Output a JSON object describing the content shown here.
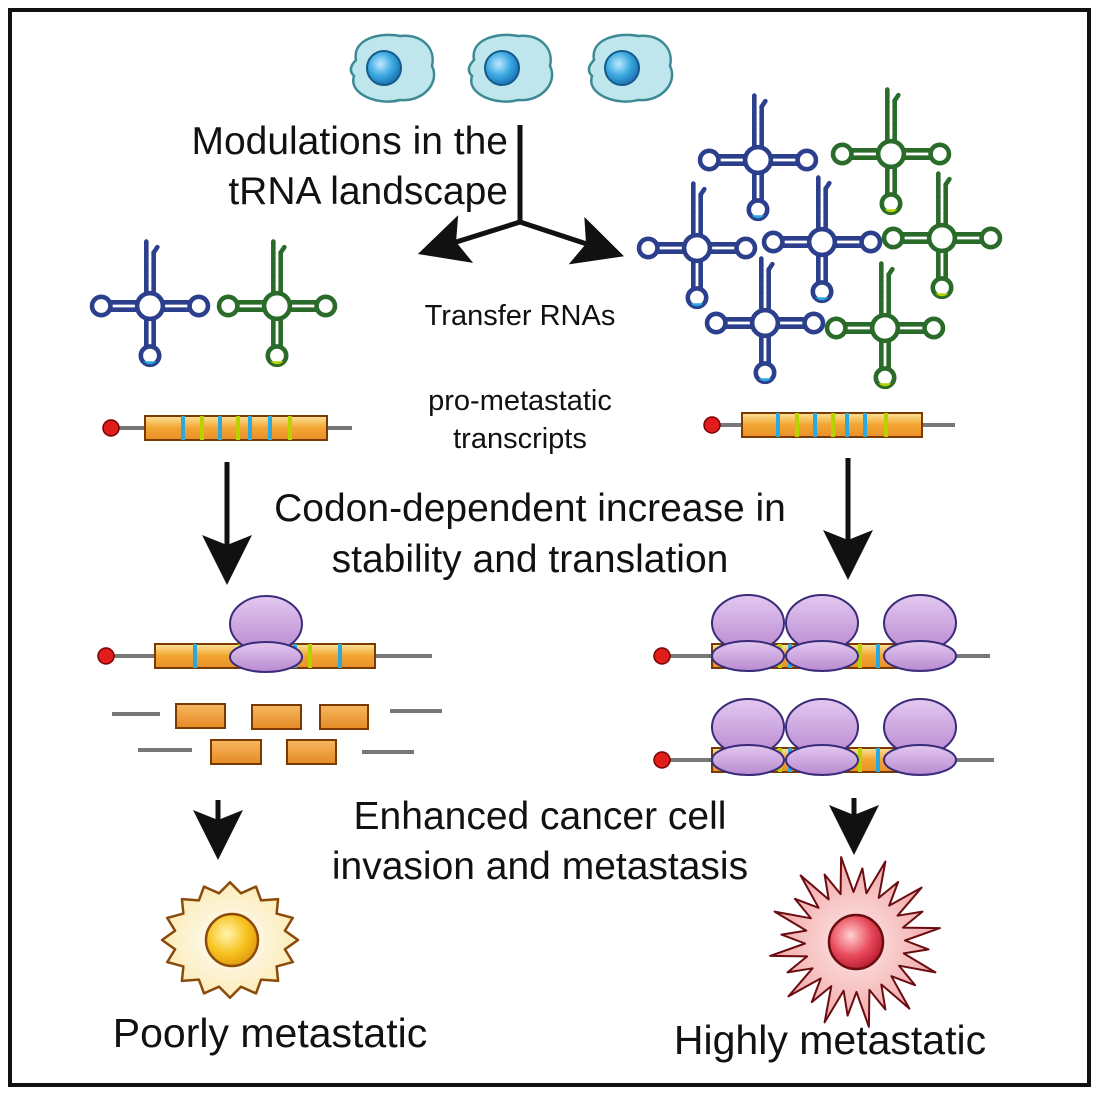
{
  "labels": {
    "modulations_line1": "Modulations in the",
    "modulations_line2": "tRNA landscape",
    "transfer_rnas": "Transfer RNAs",
    "prometastatic_line1": "pro-metastatic",
    "prometastatic_line2": "transcripts",
    "codon_line1": "Codon-dependent increase in",
    "codon_line2": "stability and translation",
    "enhanced_line1": "Enhanced cancer cell",
    "enhanced_line2": "invasion and metastasis",
    "poorly": "Poorly metastatic",
    "highly": "Highly metastatic"
  },
  "colors": {
    "trna_blue": "#2b3f8c",
    "trna_green": "#2a6b2a",
    "mrna_orange": "#f2a531",
    "codon_blue": "#2aa9e0",
    "codon_yellow": "#b6d300",
    "ribosome_purple": "#c9a0dc",
    "cell_cyan": "#bfe6ec",
    "poor_cell": "#fdf3c4",
    "high_cell": "#f4b3b3"
  }
}
